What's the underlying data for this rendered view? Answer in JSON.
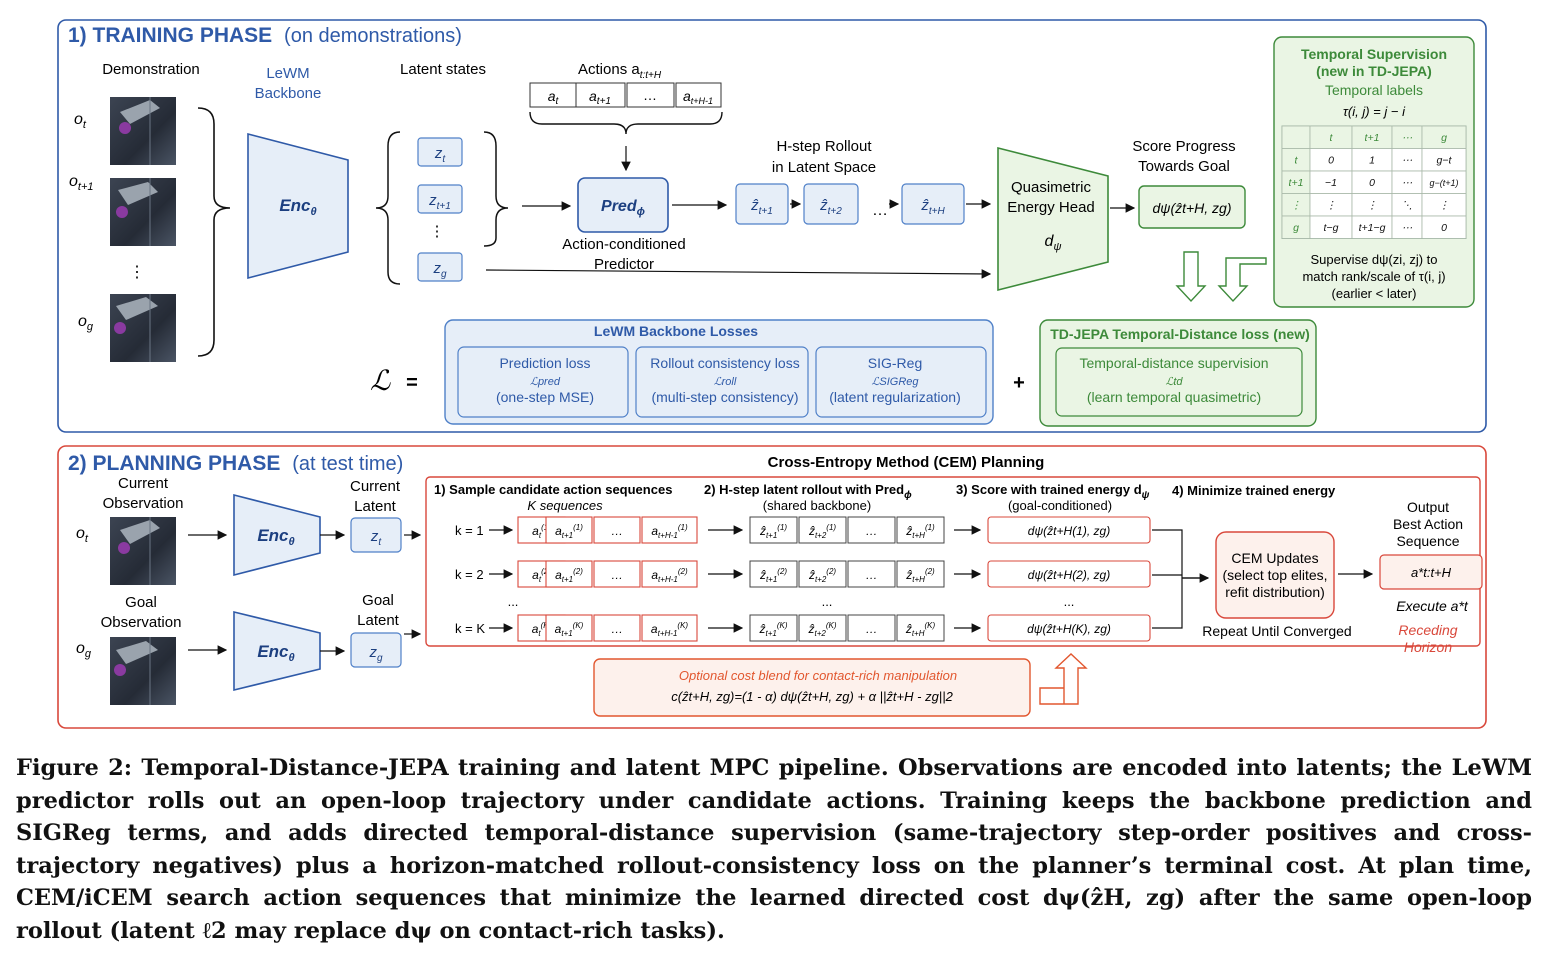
{
  "training": {
    "title": "1) TRAINING PHASE",
    "subtitle": "(on demonstrations)",
    "demonstration_label": "Demonstration",
    "obs_labels": [
      "o",
      "o",
      "o"
    ],
    "obs_subs": [
      "t",
      "t+1",
      "g"
    ],
    "ellipsis": "⋮",
    "backbone_label_1": "LeWM",
    "backbone_label_2": "Backbone",
    "encoder_label": "Enc",
    "encoder_sub": "θ",
    "latent_states_label": "Latent states",
    "latents": [
      "z",
      "z",
      "z"
    ],
    "latent_subs": [
      "t",
      "t+1",
      "g"
    ],
    "actions_label": "Actions a",
    "actions_sub": "t:t+H",
    "actions": [
      "a",
      "a",
      "…",
      "a"
    ],
    "action_subs": [
      "t",
      "t+1",
      "",
      "t+H-1"
    ],
    "predictor_label": "Pred",
    "predictor_sub": "ϕ",
    "predictor_caption_1": "Action-conditioned",
    "predictor_caption_2": "Predictor",
    "rollout_label_1": "H-step Rollout",
    "rollout_label_2": "in Latent Space",
    "rollout_boxes": [
      "ẑ",
      "ẑ",
      "ẑ"
    ],
    "rollout_subs": [
      "t+1",
      "t+2",
      "t+H"
    ],
    "rollout_dots": "…",
    "energy_head_1": "Quasimetric",
    "energy_head_2": "Energy Head",
    "energy_head_sym": "d",
    "energy_head_sub": "ψ",
    "score_label_1": "Score Progress",
    "score_label_2": "Towards Goal",
    "score_box": "dψ(ẑt+H, zg)",
    "temporal": {
      "title_1": "Temporal Supervision",
      "title_2": "(new in TD-JEPA)",
      "labels": "Temporal labels",
      "formula": "τ(i, j) = j − i",
      "table_header": [
        "",
        "t",
        "t+1",
        "⋯",
        "g"
      ],
      "table_rows": [
        [
          "t",
          "0",
          "1",
          "⋯",
          "g−t"
        ],
        [
          "t+1",
          "−1",
          "0",
          "⋯",
          "g−(t+1)"
        ],
        [
          "⋮",
          "⋮",
          "⋮",
          "⋱",
          "⋮"
        ],
        [
          "g",
          "t−g",
          "t+1−g",
          "⋯",
          "0"
        ]
      ],
      "note_1": "Supervise dψ(zi, zj) to",
      "note_2": "match rank/scale of τ(i, j)",
      "note_3": "(earlier < later)"
    },
    "loss_symbol": "ℒ",
    "equals": "=",
    "plus": "+",
    "lewm_losses": {
      "title": "LeWM Backbone Losses",
      "items": [
        {
          "name": "Prediction loss",
          "sym": "ℒpred",
          "desc": "(one-step MSE)"
        },
        {
          "name": "Rollout consistency loss",
          "sym": "ℒroll",
          "desc": "(multi-step consistency)"
        },
        {
          "name": "SIG-Reg",
          "sym": "ℒSIGReg",
          "desc": "(latent regularization)"
        }
      ]
    },
    "td_loss": {
      "title": "TD-JEPA Temporal-Distance loss (new)",
      "name": "Temporal-distance supervision",
      "sym": "ℒtd",
      "desc": "(learn temporal quasimetric)"
    }
  },
  "planning": {
    "title": "2) PLANNING PHASE",
    "subtitle": "(at test time)",
    "current_obs_1": "Current",
    "current_obs_2": "Observation",
    "goal_obs_1": "Goal",
    "goal_obs_2": "Observation",
    "obs_labels": [
      "o",
      "o"
    ],
    "obs_subs": [
      "t",
      "g"
    ],
    "encoder_label": "Enc",
    "encoder_sub": "θ",
    "current_latent_1": "Current",
    "current_latent_2": "Latent",
    "goal_latent_1": "Goal",
    "goal_latent_2": "Latent",
    "latents": [
      "z",
      "z"
    ],
    "latent_subs": [
      "t",
      "g"
    ],
    "cem_title": "Cross-Entropy Method (CEM) Planning",
    "step1": "1) Sample candidate action sequences",
    "step1_sub": "K sequences",
    "step2": "2) H-step latent rollout with Pred",
    "step2_sub": "(shared backbone)",
    "step3": "3) Score with trained energy d",
    "step3_sub": "(goal-conditioned)",
    "step4": "4) Minimize trained energy",
    "rows": [
      {
        "k": "k = 1",
        "sup": "(1)"
      },
      {
        "k": "k = 2",
        "sup": "(2)"
      },
      {
        "k": "k = K",
        "sup": "(K)"
      }
    ],
    "row_dots": "...",
    "cem_updates_1": "CEM Updates",
    "cem_updates_2": "(select top elites,",
    "cem_updates_3": "refit distribution)",
    "repeat": "Repeat Until Converged",
    "output_1": "Output",
    "output_2": "Best Action",
    "output_3": "Sequence",
    "output_box": "a*t:t+H",
    "execute": "Execute a*t",
    "receding_1": "Receding",
    "receding_2": "Horizon",
    "optional_title": "Optional cost blend for contact-rich manipulation",
    "optional_formula": "c(ẑt+H, zg)=(1 - α) dψ(ẑt+H, zg) + α ||ẑt+H - zg||2"
  },
  "caption": "Figure 2: Temporal-Distance-JEPA training and latent MPC pipeline. Observations are encoded into latents; the LeWM predictor rolls out an open-loop trajectory under candidate actions. Training keeps the backbone prediction and SIGReg terms, and adds directed temporal-distance supervision (same-trajectory step-order positives and cross-trajectory negatives) plus a horizon-matched rollout-consistency loss on the planner’s terminal cost. At plan time, CEM/iCEM search action sequences that minimize the learned directed cost dψ(ẑH, zg) after the same open-loop rollout (latent ℓ2 may replace dψ on contact-rich tasks).",
  "colors": {
    "blue": "#2f5aa8",
    "blue_light": "#e6eef8",
    "green": "#3d8a3a",
    "green_light": "#eaf5e4",
    "red": "#d9483b",
    "red_light": "#fdf1ec",
    "orange": "#e2572f"
  }
}
